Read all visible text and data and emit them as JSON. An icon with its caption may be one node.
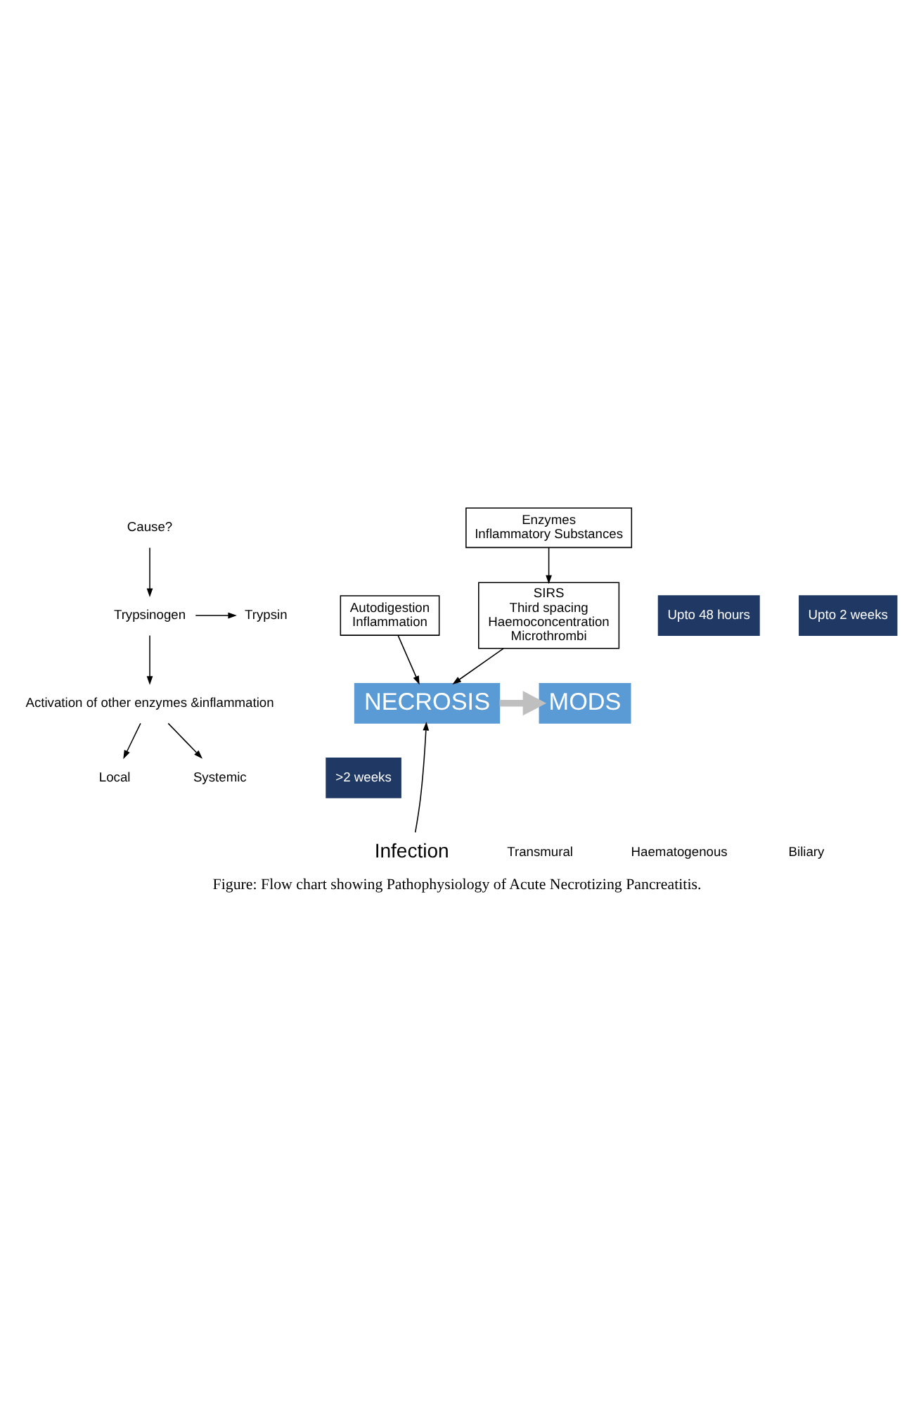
{
  "diagram": {
    "caption": "Figure: Flow chart showing Pathophysiology of Acute Necrotizing Pancreatitis.",
    "nodes": [
      {
        "text": [
          "Cause?"
        ]
      },
      {
        "text": [
          "Trypsinogen"
        ]
      },
      {
        "text": [
          "Trypsin"
        ]
      },
      {
        "text": [
          "Activation of other enzymes &inflammation"
        ]
      },
      {
        "text": [
          "Local"
        ]
      },
      {
        "text": [
          "Systemic"
        ]
      },
      {
        "text": [
          "Autodigestion",
          "Inflammation"
        ]
      },
      {
        "text": [
          "Enzymes",
          "Inflammatory Substances"
        ]
      },
      {
        "text": [
          "Upto 48 hours"
        ]
      },
      {
        "text": [
          "SIRS",
          "Third spacing",
          "Haemoconcentration",
          "Microthrombi"
        ]
      },
      {
        "text": [
          "Upto 2 weeks"
        ]
      },
      {
        "text": [
          "NECROSIS"
        ]
      },
      {
        "text": [
          ">2 weeks"
        ]
      },
      {
        "text": [
          "Infection"
        ]
      },
      {
        "text": [
          "MODS"
        ]
      }
    ],
    "edges": [
      {
        "from": 0,
        "to": 1,
        "arrow": "to"
      },
      {
        "from": 1,
        "to": 2,
        "arrow": "to"
      },
      {
        "from": 1,
        "to": 3,
        "arrow": "to"
      },
      {
        "from": 3,
        "to": 4,
        "arrow": "to"
      },
      {
        "from": 3,
        "to": 5,
        "arrow": "to"
      },
      {
        "from": 6,
        "to": 11,
        "arrow": "to"
      },
      {
        "from": 7,
        "to": 9,
        "arrow": "to"
      },
      {
        "from": 9,
        "to": 11,
        "arrow": "to"
      },
      {
        "from": 13,
        "to": 11,
        "arrow": "to"
      },
      {
        "from": 11,
        "to": 14,
        "arrow": "to",
        "style": "thick",
        "color": "#bfbfbf"
      }
    ],
    "labels": [
      "Transmural",
      "Haematogenous",
      "Biliary"
    ]
  }
}
